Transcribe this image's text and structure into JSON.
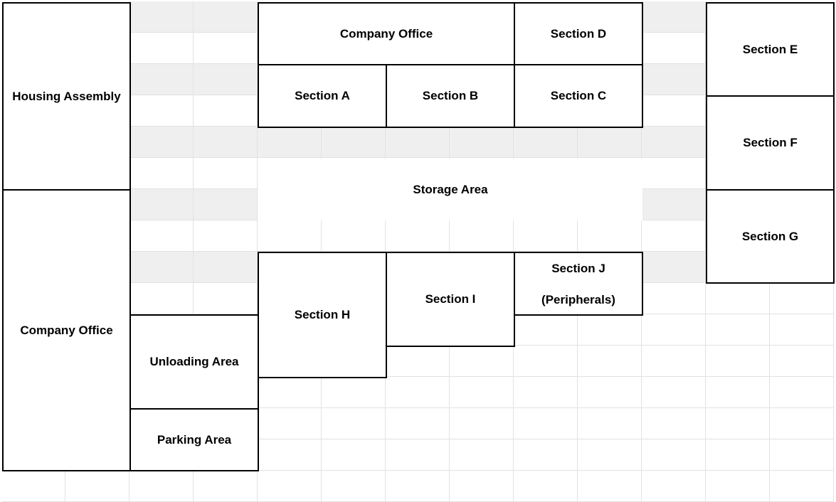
{
  "zones": {
    "housing_assembly": "Housing Assembly",
    "company_office_left": "Company Office",
    "company_office_top": "Company Office",
    "section_a": "Section A",
    "section_b": "Section B",
    "section_c": "Section C",
    "section_d": "Section D",
    "section_e": "Section E",
    "section_f": "Section F",
    "section_g": "Section G",
    "section_h": "Section H",
    "section_i": "Section I",
    "section_j": "Section J",
    "section_j_note": "(Peripherals)",
    "storage_area": "Storage Area",
    "unloading_area": "Unloading Area",
    "parking_area": "Parking Area"
  },
  "colors": {
    "border": "#000000",
    "gridline": "#e2e2e2",
    "shaded_band": "#efefef",
    "background": "#ffffff"
  }
}
